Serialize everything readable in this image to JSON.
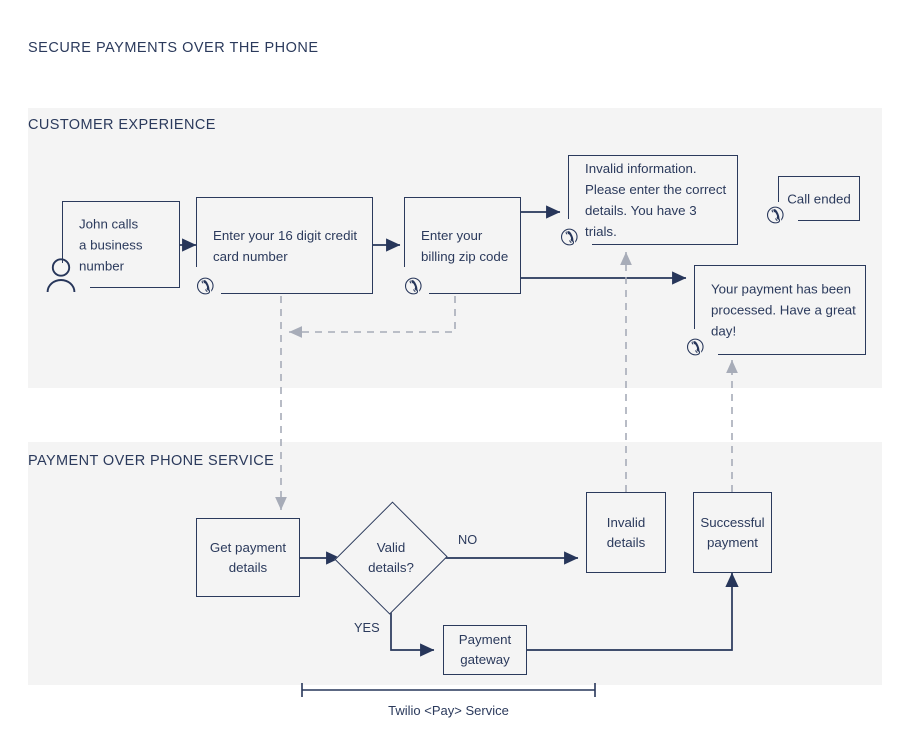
{
  "page": {
    "title": "SECURE PAYMENTS OVER THE PHONE"
  },
  "bands": {
    "customer": {
      "title": "CUSTOMER EXPERIENCE"
    },
    "service": {
      "title": "PAYMENT OVER PHONE SERVICE"
    }
  },
  "customer_flow": {
    "call_start": {
      "text": "John calls\na business\nnumber",
      "icon": "person-icon"
    },
    "card_number": {
      "text": "Enter your 16 digit credit\ncard number",
      "icon": "phone-icon"
    },
    "zip_code": {
      "text": "Enter your\nbilling zip code",
      "icon": "phone-icon"
    },
    "invalid_info": {
      "text": "Invalid information.\nPlease enter the correct\ndetails. You have 3 trials.",
      "icon": "phone-icon"
    },
    "call_ended": {
      "text": "Call ended",
      "icon": "phone-icon"
    },
    "success_msg": {
      "text": "Your payment has been\nprocessed. Have a great\nday!",
      "icon": "phone-icon"
    }
  },
  "service_flow": {
    "get_details": {
      "text": "Get payment\ndetails"
    },
    "decision": {
      "text": "Valid\ndetails?"
    },
    "invalid": {
      "text": "Invalid\ndetails"
    },
    "successful": {
      "text": "Successful\npayment"
    },
    "gateway": {
      "text": "Payment\ngateway"
    },
    "label_no": "NO",
    "label_yes": "YES"
  },
  "bracket": {
    "label": "Twilio <Pay> Service"
  },
  "icons": {
    "phone": "✆",
    "person": "person-icon"
  },
  "colors": {
    "ink": "#2b3a5c",
    "band": "#f4f4f4",
    "page_bg": "#ffffff",
    "dashed": "#a7acb8"
  }
}
